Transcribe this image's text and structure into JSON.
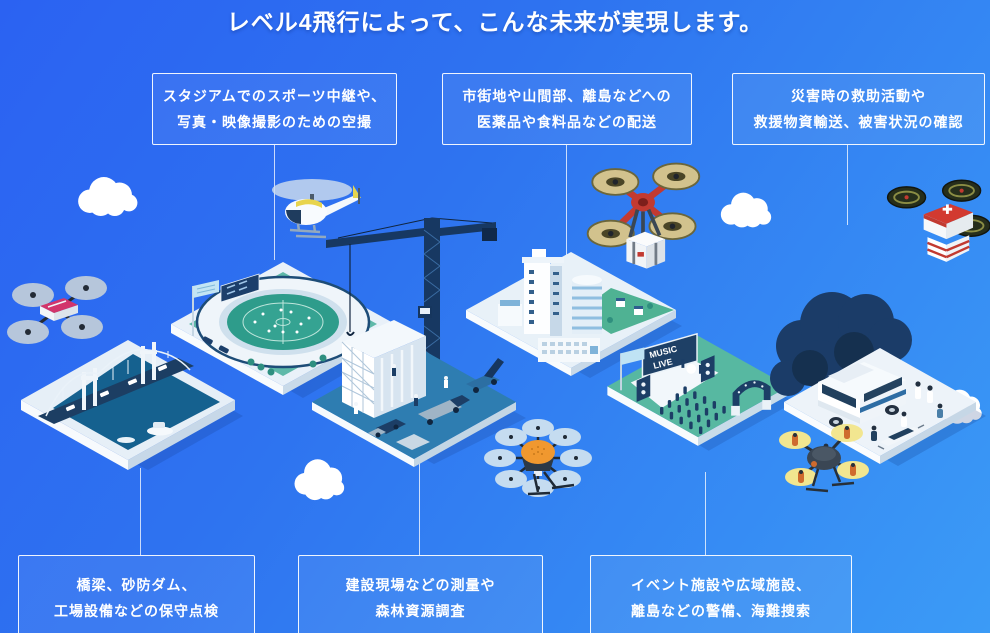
{
  "title": "レベル4飛行によって、こんな未来が実現します。",
  "colors": {
    "background_top": "#2B62F2",
    "background_bottom": "#3B9BF6",
    "label_border": "#FFFFFF",
    "label_text": "#FFFFFF",
    "water": "#15618F",
    "platform_green": "#57B8A1",
    "navy_ink": "#1C3E66",
    "drone_orange": "#F0982F",
    "drone_red": "#C23A31",
    "drone_pink": "#D2356B"
  },
  "use_cases": [
    {
      "id": "aerial-filming",
      "lines": [
        "スタジアムでのスポーツ中継や、",
        "写真・映像撮影のための空撮"
      ]
    },
    {
      "id": "delivery",
      "lines": [
        "市街地や山間部、離島などへの",
        "医薬品や食料品などの配送"
      ]
    },
    {
      "id": "disaster-response",
      "lines": [
        "災害時の救助活動や",
        "救援物資輸送、被害状況の確認"
      ]
    },
    {
      "id": "inspection",
      "lines": [
        "橋梁、砂防ダム、",
        "工場設備などの保守点検"
      ]
    },
    {
      "id": "surveying",
      "lines": [
        "建設現場などの測量や",
        "森林資源調査"
      ]
    },
    {
      "id": "security-search",
      "lines": [
        "イベント施設や広域施設、",
        "離島などの警備、海難捜索"
      ]
    }
  ],
  "illustrations": {
    "stage_sign": {
      "line1": "MUSIC",
      "line2": "LIVE"
    }
  }
}
